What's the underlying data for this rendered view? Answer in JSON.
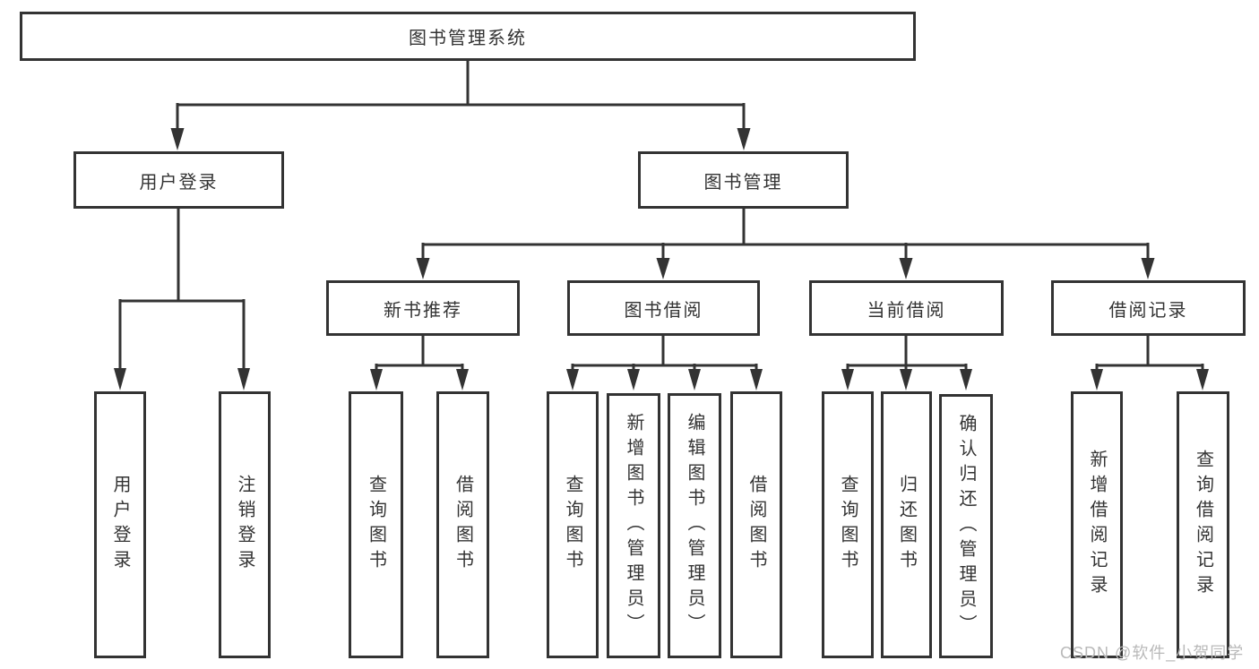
{
  "diagram": {
    "title": "图书管理系统",
    "level2": [
      "用户登录",
      "图书管理"
    ],
    "level3": [
      "新书推荐",
      "图书借阅",
      "当前借阅",
      "借阅记录"
    ],
    "children": {
      "user_login": [
        "用户登录",
        "注销登录"
      ],
      "new_book_recommend": [
        "查询图书",
        "借阅图书"
      ],
      "book_borrow": [
        "查询图书",
        "新增图书（管理员）",
        "编辑图书（管理员）",
        "借阅图书"
      ],
      "current_borrow": [
        "查询图书",
        "归还图书",
        "确认归还（管理员）"
      ],
      "borrow_record": [
        "新增借阅记录",
        "查询借阅记录"
      ]
    },
    "watermark": "CSDN @软件_小贺同学",
    "colors": {
      "line": "#333333",
      "text": "#333333",
      "box_background": "#ffffff",
      "watermark": "#b9b9b9"
    }
  }
}
